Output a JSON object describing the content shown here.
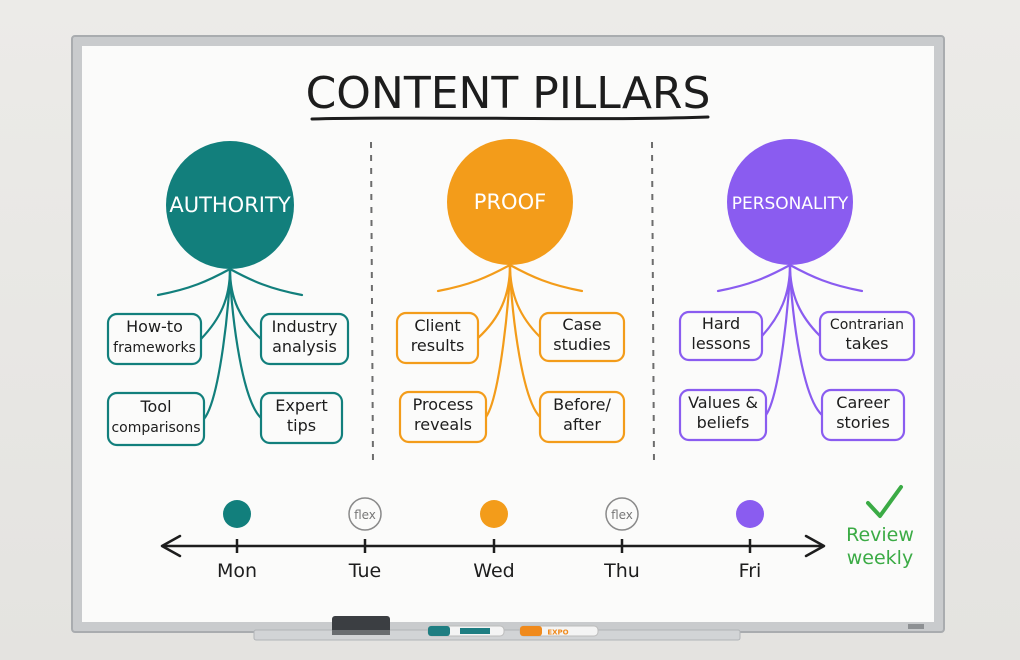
{
  "title": "CONTENT PILLARS",
  "colors": {
    "authority": "#127f7c",
    "proof": "#f39c1a",
    "personality": "#8a5cf0",
    "check": "#3bab45",
    "ink": "#1d1d1d"
  },
  "pillars": [
    {
      "key": "authority",
      "label": "AUTHORITY",
      "topics": [
        "How-to\nframeworks",
        "Industry\nanalysis",
        "Tool\ncomparisons",
        "Expert\ntips"
      ]
    },
    {
      "key": "proof",
      "label": "PROOF",
      "topics": [
        "Client\nresults",
        "Case\nstudies",
        "Process\nreveals",
        "Before/\nafter"
      ]
    },
    {
      "key": "personality",
      "label": "PERSONALITY",
      "topics": [
        "Hard\nlessons",
        "Contrarian\ntakes",
        "Values &\nbeliefs",
        "Career\nstories"
      ]
    }
  ],
  "schedule": {
    "days": [
      {
        "label": "Mon",
        "marker": "authority"
      },
      {
        "label": "Tue",
        "marker": "flex"
      },
      {
        "label": "Wed",
        "marker": "proof"
      },
      {
        "label": "Thu",
        "marker": "flex"
      },
      {
        "label": "Fri",
        "marker": "personality"
      }
    ],
    "flex_label": "flex",
    "review_line1": "Review",
    "review_line2": "weekly"
  },
  "markers": [
    {
      "label": "EXPO",
      "color": "#f39c1a"
    }
  ]
}
